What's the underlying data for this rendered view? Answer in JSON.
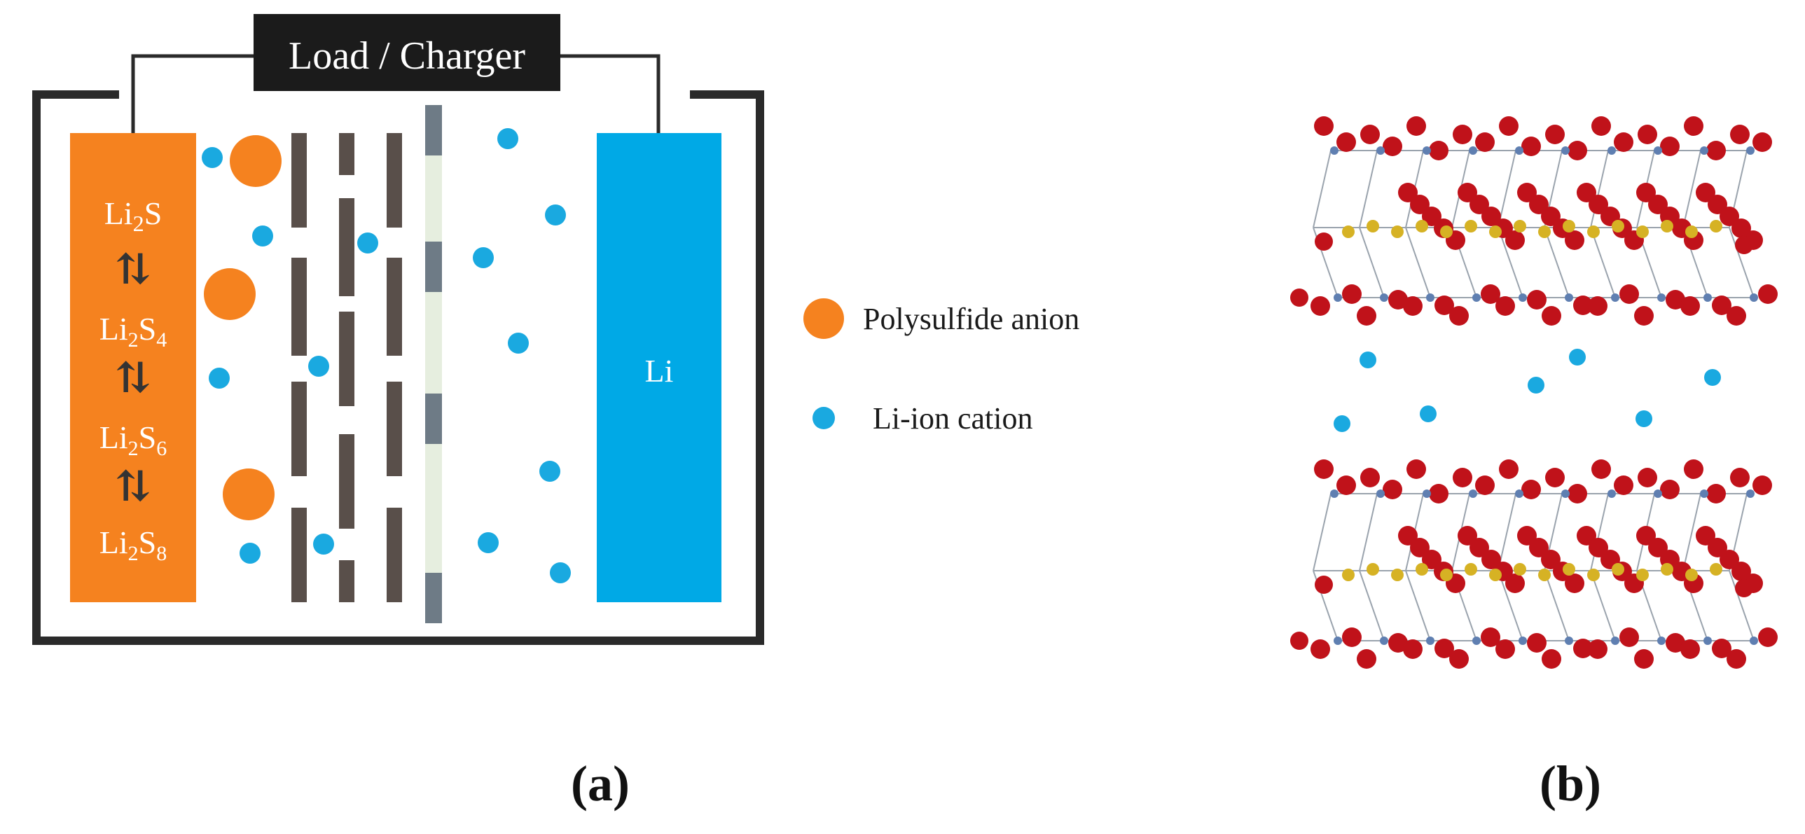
{
  "panel_a": {
    "load_label": "Load / Charger",
    "cathode_species": [
      {
        "base": "Li",
        "sub1": "2",
        "mid": "S",
        "sub2": ""
      },
      {
        "base": "Li",
        "sub1": "2",
        "mid": "S",
        "sub2": "4"
      },
      {
        "base": "Li",
        "sub1": "2",
        "mid": "S",
        "sub2": "6"
      },
      {
        "base": "Li",
        "sub1": "2",
        "mid": "S",
        "sub2": "8"
      }
    ],
    "anode_label": "Li",
    "caption": "(a)"
  },
  "legend": {
    "polysulfide": "Polysulfide anion",
    "li_ion": "Li-ion cation"
  },
  "panel_b": {
    "caption": "(b)"
  },
  "colors": {
    "cathode": "#f5821f",
    "anode": "#00a9e6",
    "li_ion": "#1aa9e0",
    "polysulfide": "#f5821f",
    "plates": "#594f4a",
    "separator": "#e6eedf",
    "separator_block": "#6e7b86",
    "frame": "#2a2a2a",
    "oxygen": "#c0121a",
    "sulfur": "#d6b224",
    "metal": "#5f7fb1"
  }
}
